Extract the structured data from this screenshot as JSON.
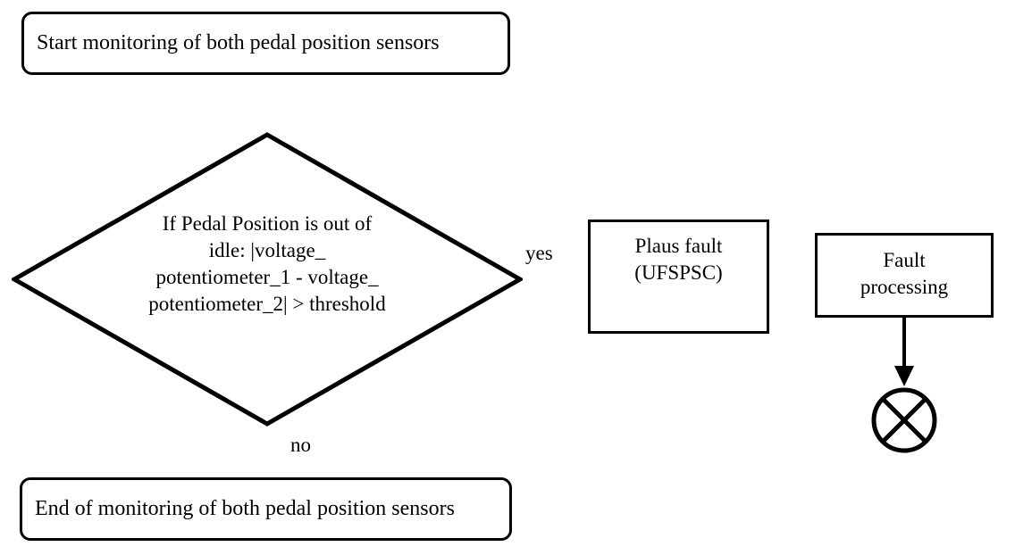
{
  "diagram": {
    "title": "Pedal position sensor plausibility monitoring flowchart",
    "stroke_color": "#000000",
    "background_color": "#ffffff",
    "nodes": {
      "start": {
        "shape": "rounded-rectangle",
        "text": "Start monitoring of both pedal position sensors"
      },
      "decision": {
        "shape": "diamond",
        "text": "If Pedal Position is out of\nidle: |voltage_\npotentiometer_1 - voltage_\npotentiometer_2| > threshold"
      },
      "plaus_fault": {
        "shape": "rectangle",
        "text": "Plaus fault\n(UFSPSC)"
      },
      "fault_processing": {
        "shape": "rectangle",
        "text": "Fault\nprocessing"
      },
      "end": {
        "shape": "rounded-rectangle",
        "text": "End of monitoring of both pedal position sensors"
      },
      "terminator": {
        "shape": "crossed-circle",
        "text": ""
      }
    },
    "edge_labels": {
      "yes": "yes",
      "no": "no"
    }
  }
}
